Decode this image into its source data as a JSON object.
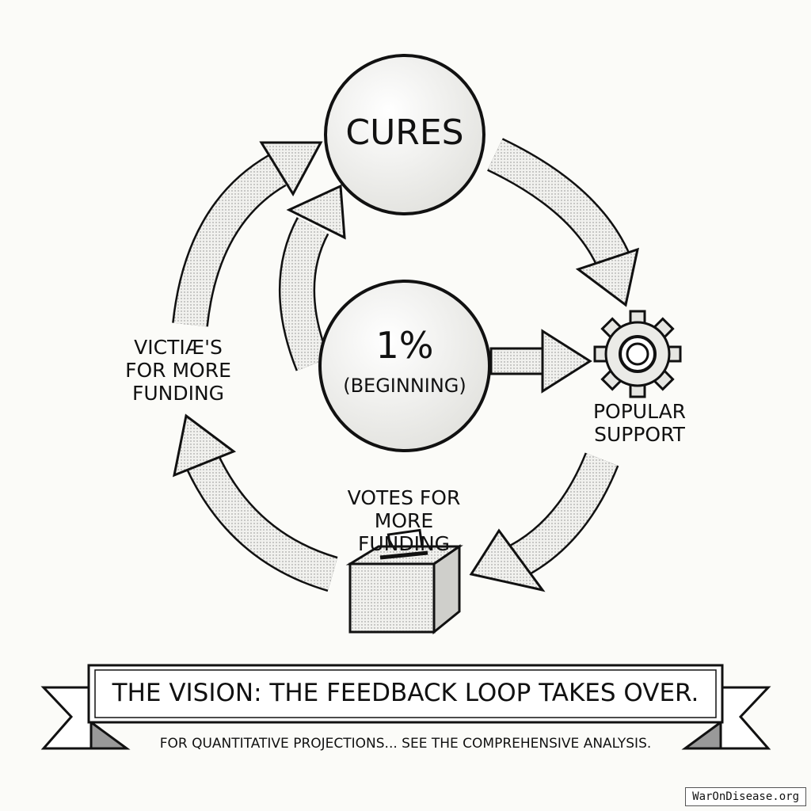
{
  "nodes": {
    "cures": "CURES",
    "start_pct": "1%",
    "start_label": "(BEGINNING)",
    "popular_support": "POPULAR SUPPORT",
    "votes": "VOTES FOR MORE FUNDING",
    "victims": "VICTIÆ'S FOR MORE FUNDING"
  },
  "banner": {
    "title": "THE VISION: THE FEEDBACK LOOP TAKES OVER.",
    "subtitle": "FOR QUANTITATIVE PROJECTIONS... SEE THE COMPREHENSIVE ANALYSIS."
  },
  "watermark": "WarOnDisease.org"
}
